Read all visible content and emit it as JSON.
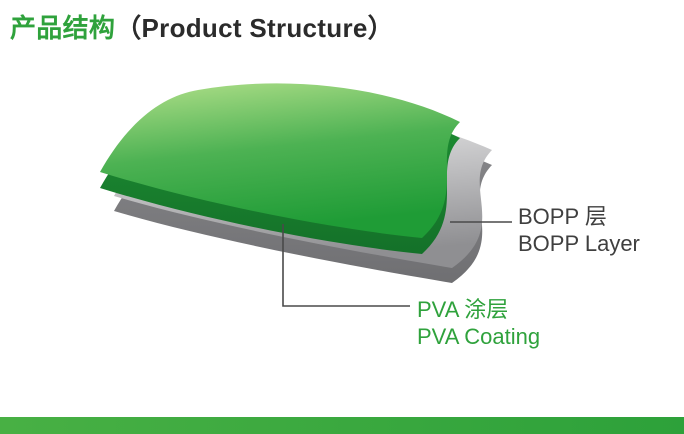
{
  "title": {
    "zh": "产品结构",
    "en": "（Product Structure）"
  },
  "labels": {
    "bopp": {
      "zh": "BOPP 层",
      "en": "BOPP Layer"
    },
    "pva": {
      "zh": "PVA 涂层",
      "en": "PVA Coating"
    }
  },
  "layers": {
    "top_layer": "PVA Coating",
    "bottom_layer": "BOPP Layer"
  },
  "colors": {
    "accent_green": "#2fa23c",
    "label_dark": "#3f3f3f",
    "pva_layer_green_light": "#aedd85",
    "pva_layer_green_dark": "#1f9c36",
    "bopp_layer_gray_light": "#f2f2f2",
    "bopp_layer_gray_dark": "#8f8f92",
    "footer_bar_green": "#3aa43c"
  }
}
